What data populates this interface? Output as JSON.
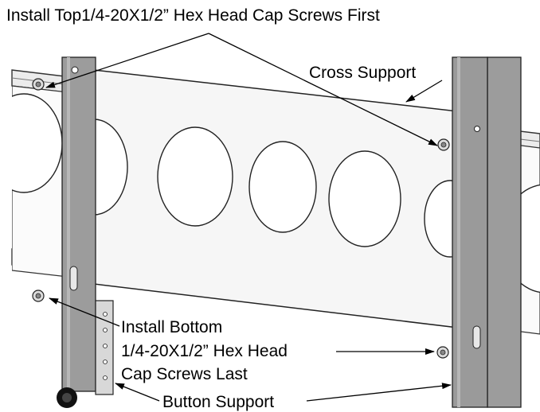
{
  "callouts": {
    "top_screws": "Install Top1/4-20X1/2” Hex Head Cap Screws First",
    "cross_support": "Cross Support",
    "bottom_screws_line1": "Install Bottom",
    "bottom_screws_line2": "1/4-20X1/2” Hex Head",
    "bottom_screws_line3": "Cap Screws Last",
    "button_support": "Button Support"
  }
}
